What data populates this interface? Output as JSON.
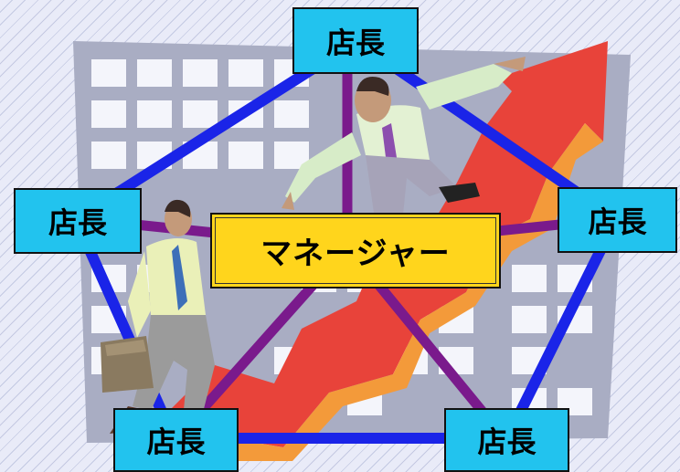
{
  "center": {
    "label": "マネージャー"
  },
  "stores": [
    {
      "label": "店長"
    },
    {
      "label": "店長"
    },
    {
      "label": "店長"
    },
    {
      "label": "店長"
    },
    {
      "label": "店長"
    }
  ],
  "colors": {
    "background": "#e9ebf8",
    "center_fill": "#ffd51c",
    "node_fill": "#22c3ee",
    "pentagon_edge": "#1a24e8",
    "spoke": "#7a1a8c",
    "arrow": "#e8433a"
  },
  "illustration": {
    "description_icons": [
      "grid-backdrop-icon",
      "rising-arrow-icon",
      "climbing-businessman-icon",
      "walking-businessman-icon"
    ]
  }
}
